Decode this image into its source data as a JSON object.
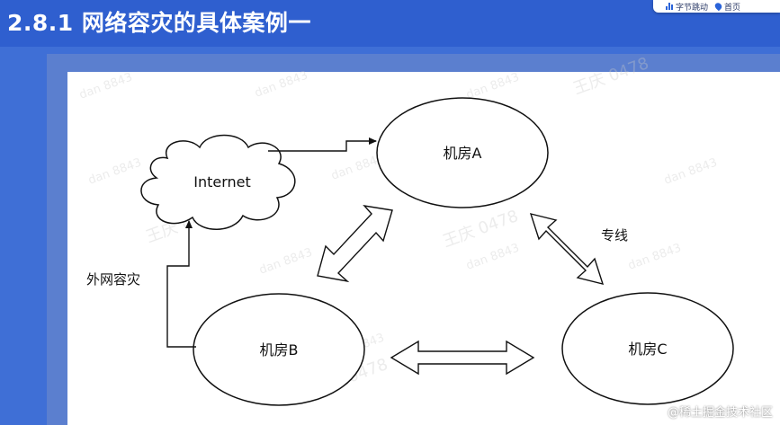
{
  "slide": {
    "title": "2.8.1 网络容灾的具体案例一"
  },
  "toolbar": {
    "items": [
      "字节跳动",
      "首页"
    ]
  },
  "diagram": {
    "nodes": {
      "internet": "Internet",
      "room_a": "机房A",
      "room_b": "机房B",
      "room_c": "机房C"
    },
    "labels": {
      "external_dr": "外网容灾",
      "dedicated_line": "专线"
    }
  },
  "watermarks": {
    "text1": "dan 8843",
    "text2": "王庆 0478"
  },
  "site_watermark": "@稀土掘金技术社区",
  "colors": {
    "background": "#3f6fd6",
    "header": "#2f5fcf",
    "panel": "#5b7fcf",
    "canvas": "#ffffff",
    "stroke": "#111111"
  }
}
